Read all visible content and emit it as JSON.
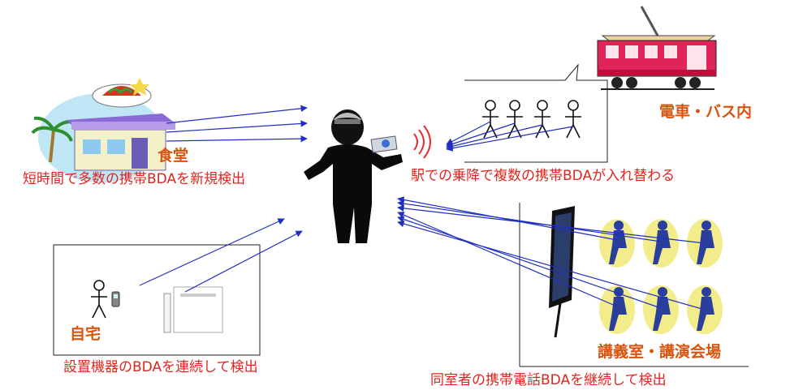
{
  "labels": {
    "shokudo": "食堂",
    "shokudo_desc": "短時間で多数の携帯BDAを新規検出",
    "train": "電車・バス内",
    "train_desc": "駅での乗降で複数の携帯BDAが入れ替わる",
    "home": "自宅",
    "home_desc": "設置機器のBDAを連続して検出",
    "lecture": "講義室・講演会場",
    "lecture_desc": "同室者の携帯電話BDAを継続して検出"
  },
  "colors": {
    "label_orange": "#d9540f",
    "label_red": "#e0251e",
    "arrow_blue": "#1f2fc0",
    "tram_red": "#e0245a",
    "seat_yellow": "#f3ec8a",
    "person_blue": "#2a3e9c"
  }
}
